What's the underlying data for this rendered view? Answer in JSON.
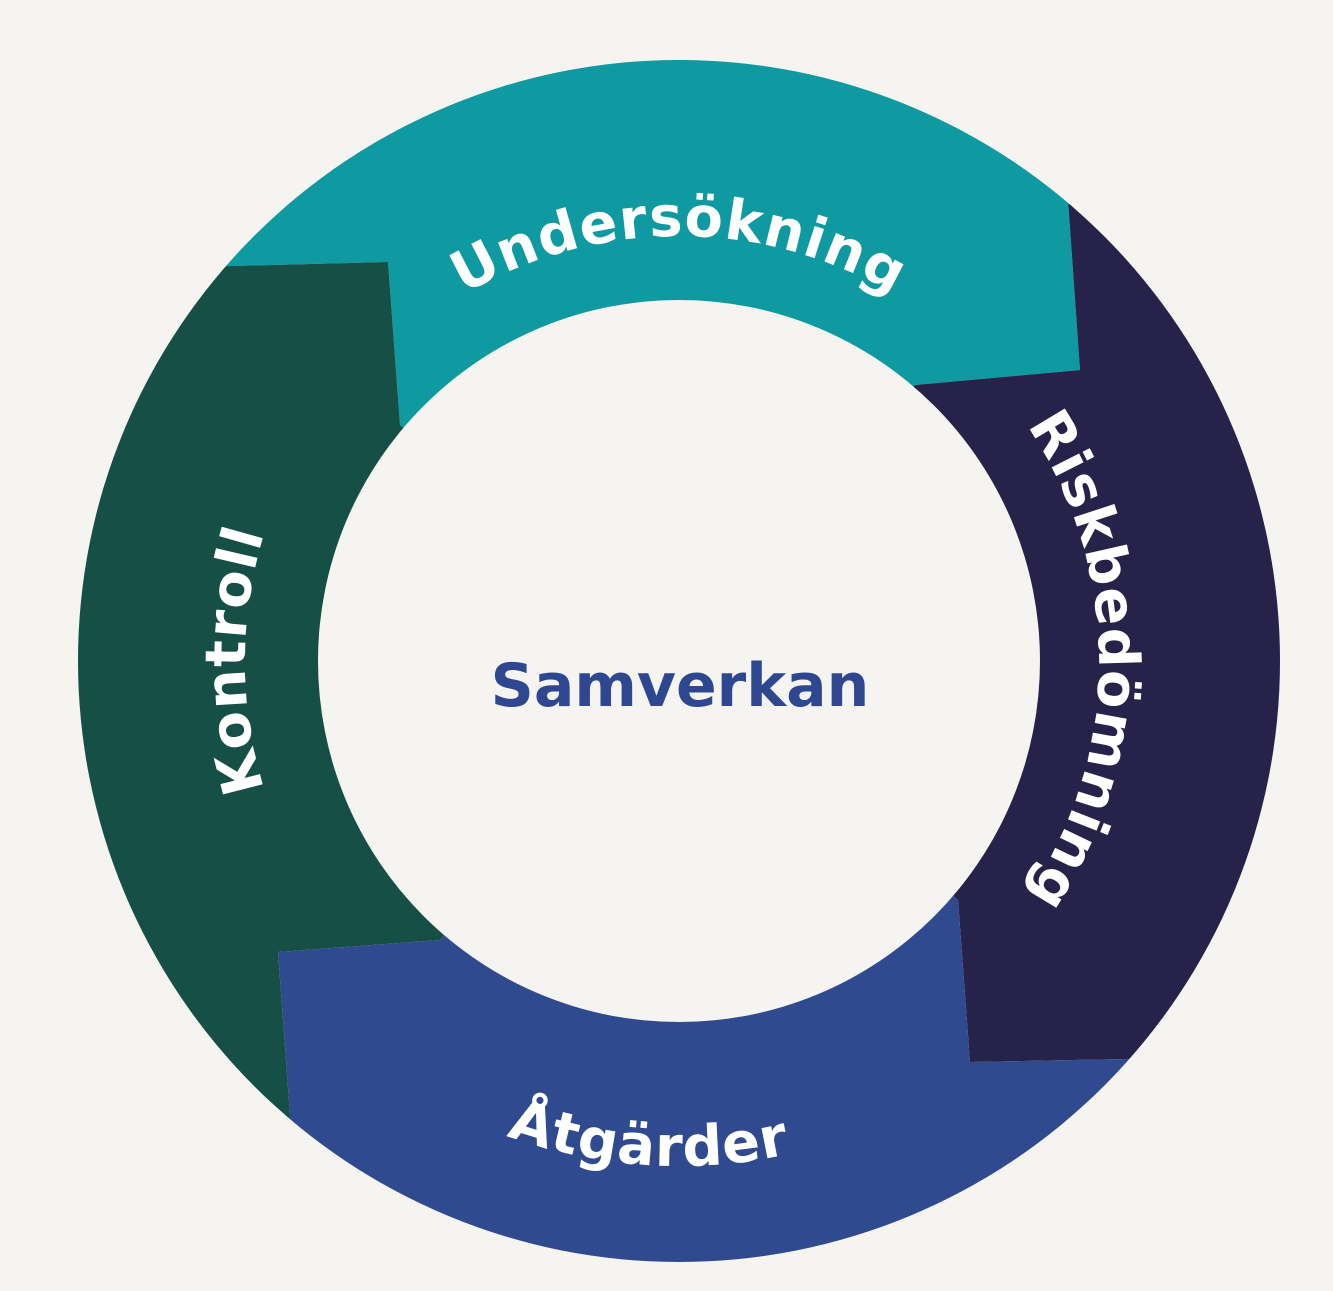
{
  "center": {
    "label": "Samverkan",
    "color": "#2e4790"
  },
  "segments": [
    {
      "id": "top",
      "label": "Undersökning",
      "color": "#0e9aa0"
    },
    {
      "id": "right",
      "label": "Riskbedömning",
      "color": "#262249"
    },
    {
      "id": "bottom",
      "label": "Åtgärder",
      "color": "#304a8f"
    },
    {
      "id": "left",
      "label": "Kontroll",
      "color": "#164f45"
    }
  ],
  "background": "#f5f4f1"
}
